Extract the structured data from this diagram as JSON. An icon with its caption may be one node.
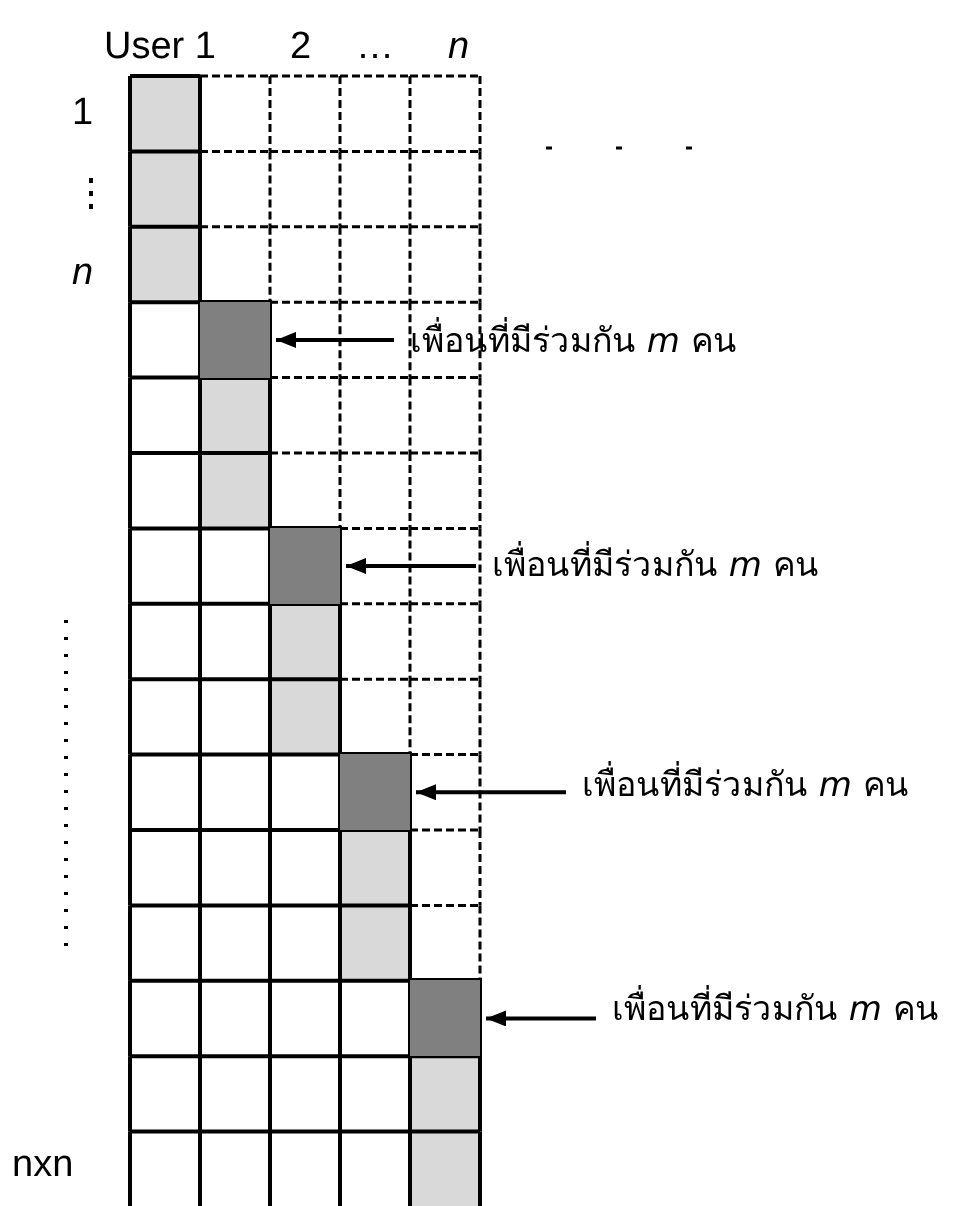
{
  "diagram": {
    "nodes": [
      {
        "text": [],
        "shape": "box"
      },
      {
        "text": [
          "เพื่อนที่มีร่วมกัน *m* คน"
        ]
      },
      {
        "text": [],
        "shape": "box"
      },
      {
        "text": [
          "เพื่อนที่มีร่วมกัน *m* คน"
        ]
      },
      {
        "text": [],
        "shape": "box"
      },
      {
        "text": [
          "เพื่อนที่มีร่วมกัน *m* คน"
        ]
      },
      {
        "text": [],
        "shape": "box"
      },
      {
        "text": [
          "เพื่อนที่มีร่วมกัน *m* คน"
        ]
      }
    ],
    "edges": [
      {
        "from": 1,
        "to": 0,
        "arrow": "to"
      },
      {
        "from": 3,
        "to": 2,
        "arrow": "to"
      },
      {
        "from": 5,
        "to": 4,
        "arrow": "to"
      },
      {
        "from": 7,
        "to": 6,
        "arrow": "to"
      }
    ],
    "labels": [
      "User 1",
      "2",
      "…",
      "n",
      "1",
      "⋮",
      "n",
      "nxn"
    ]
  }
}
